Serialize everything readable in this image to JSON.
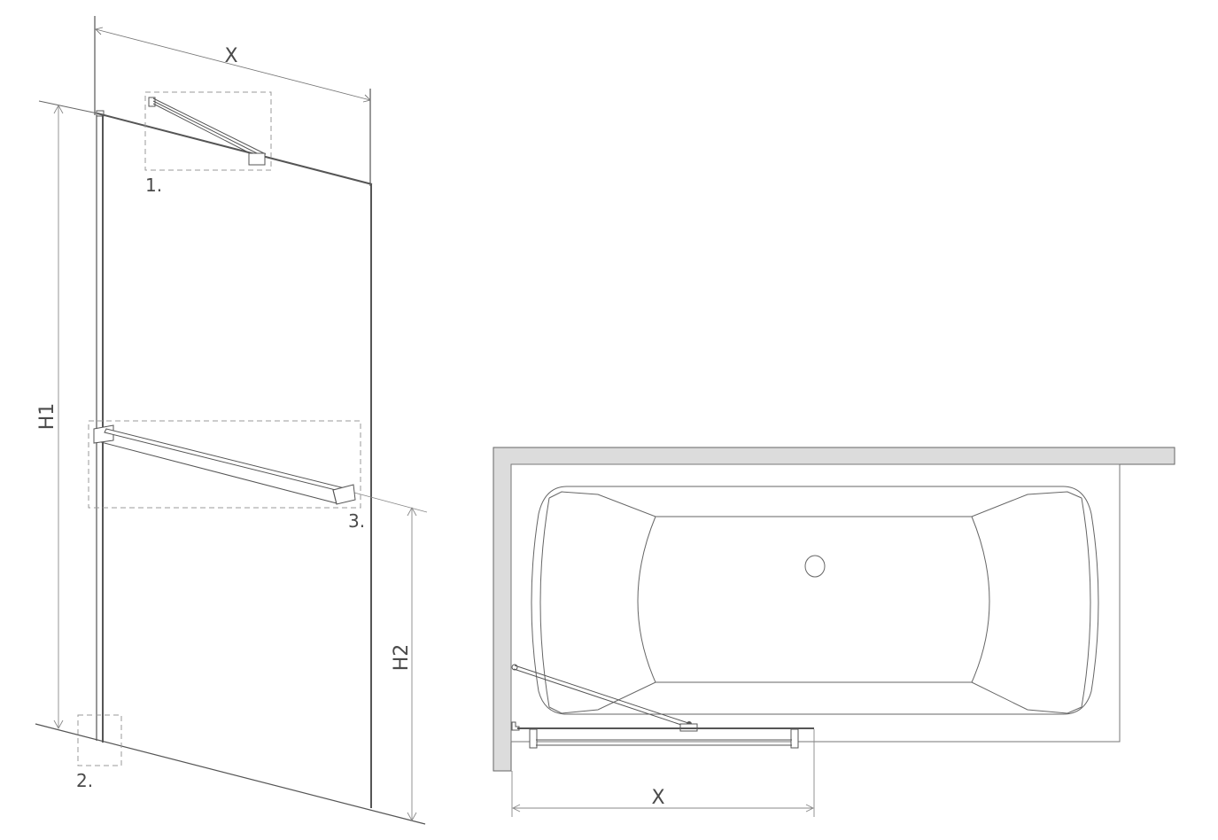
{
  "diagram": {
    "type": "technical-drawing",
    "subject": "bath screen with stabilizer arm and towel rail",
    "colors": {
      "line": "#555555",
      "light_line": "#888888",
      "wall_fill": "#dcdcdc",
      "label": "#4a4a4a",
      "dash": "#999999"
    }
  },
  "elevation_view": {
    "dimension_width_label": "X",
    "dimension_height_total_label": "H1",
    "dimension_height_rail_label": "H2",
    "callouts": [
      {
        "id": "1",
        "label": "1.",
        "target": "stabilizer-arm"
      },
      {
        "id": "2",
        "label": "2.",
        "target": "floor-profile"
      },
      {
        "id": "3",
        "label": "3.",
        "target": "towel-rail"
      }
    ]
  },
  "plan_view": {
    "dimension_width_label": "X"
  }
}
